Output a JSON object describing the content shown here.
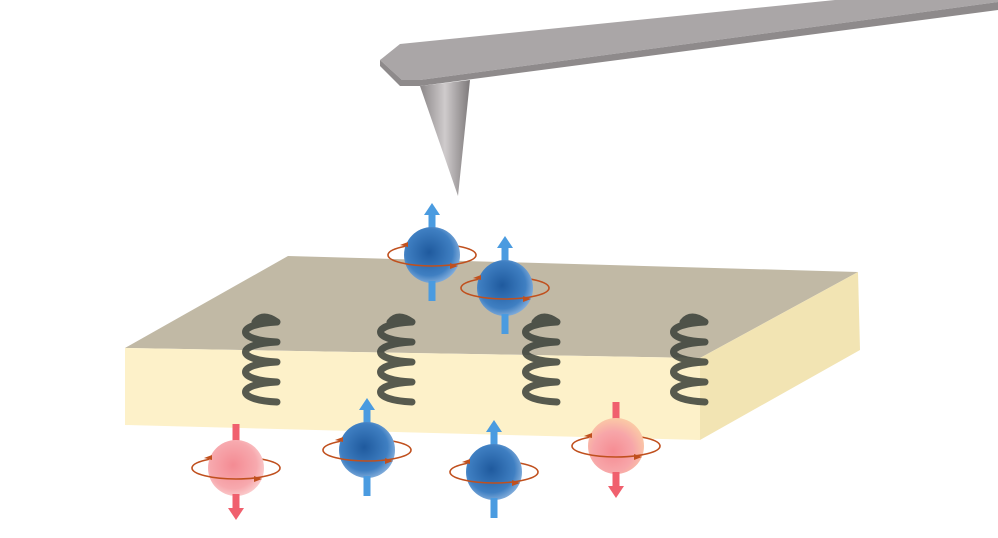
{
  "colors": {
    "slab_top": "#c1b9a5",
    "slab_front": "#fdf1c9",
    "slab_side": "#f2e4b3",
    "cantilever": "#a9a5a6",
    "spin_up": "#2f6fb3",
    "spin_down": "#f49aa0",
    "arrow_up": "#4a9be0",
    "arrow_down": "#f0606e",
    "orbit": "#c0501e",
    "spring": "#3a3f38"
  },
  "spins": [
    {
      "kind": "up"
    },
    {
      "kind": "up"
    },
    {
      "kind": "down"
    },
    {
      "kind": "up"
    },
    {
      "kind": "up"
    },
    {
      "kind": "down"
    }
  ],
  "springs": 4
}
